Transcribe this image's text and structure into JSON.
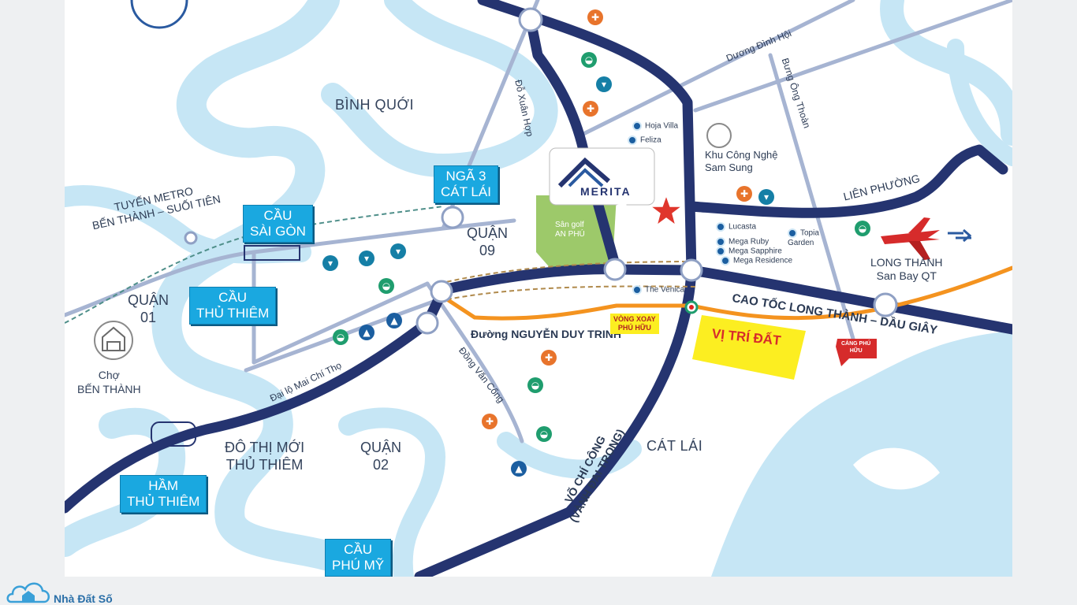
{
  "map": {
    "areas": {
      "binh_quoi": "BÌNH QUỚI",
      "quan09": [
        "QUẬN",
        "09"
      ],
      "quan01": [
        "QUẬN",
        "01"
      ],
      "quan02": [
        "QUẬN",
        "02"
      ],
      "do_thi_moi": [
        "ĐÔ THỊ MỚI",
        "THỦ THIÊM"
      ],
      "cat_lai": "CÁT LÁI",
      "cho_ben_thanh": [
        "Chợ",
        "BẾN THÀNH"
      ]
    },
    "boxes": {
      "nga3": [
        "NGÃ 3",
        "CÁT LÁI"
      ],
      "cau_sai_gon": [
        "CẦU",
        "SÀI GÒN"
      ],
      "cau_thu_thiem": [
        "CẦU",
        "THỦ THIÊM"
      ],
      "ham_thu_thiem": [
        "HẦM",
        "THỦ THIÊM"
      ],
      "cau_phu_my": [
        "CẦU",
        "PHÚ MỸ"
      ]
    },
    "roads": {
      "metro": [
        "TUYẾN METRO",
        "BẾN THÀNH – SUỐI TIÊN"
      ],
      "do_xuan_hop": "Đỗ Xuân Hợp",
      "duong_dinh_hoi": "Dương Đình Hội",
      "bung_ong_thoan": "Bưng Ông Thoàn",
      "lien_phuong": "LIÊN PHƯỜNG",
      "cao_toc": "CAO TỐC LONG THÀNH – DẦU GIÂY",
      "nguyen_duy_trinh": "Đường NGUYỄN DUY TRINH",
      "dai_lo_mai_chi_tho": "Đại lộ Mai Chí Thọ",
      "dong_van_cong": "Đồng Văn Cống",
      "vo_chi_cong": [
        "VÕ CHÍ CÔNG",
        "(VÀNH ĐAI TRONG)"
      ]
    },
    "places": {
      "khu_cong_nghe": [
        "Khu Công Nghệ",
        "Sam Sung"
      ],
      "san_golf": [
        "Sân golf",
        "AN PHÚ"
      ],
      "long_thanh": [
        "LONG THÀNH",
        "San Bay QT"
      ],
      "vong_xoay": [
        "VÒNG XOAY",
        "PHÚ HỮU"
      ],
      "vi_tri_dat": "VỊ TRÍ ĐẤT",
      "cang_phu_huu": [
        "CẢNG PHÚ",
        "HỮU"
      ],
      "merita": "MERITA"
    },
    "projects": [
      "Hoja Villa",
      "Feliza",
      "Lucasta",
      "Mega Ruby",
      "Mega Sapphire",
      "Mega Residence",
      "Topia Garden",
      "The Venica"
    ]
  },
  "brand": {
    "name": "Nhà Đất Số"
  },
  "colors": {
    "water": "#c6e6f5",
    "major_road": "#253470",
    "minor_road": "#a6b4d2",
    "route": "#f4931f",
    "highlight": "#fcee21",
    "label_box": "#1aa8e0"
  },
  "icons": {
    "hospital": "hospital-icon",
    "shopping": "shopping-basket-icon",
    "cart": "shopping-cart-icon",
    "school": "graduation-cap-icon",
    "airplane": "airplane-icon",
    "star": "star-icon"
  }
}
